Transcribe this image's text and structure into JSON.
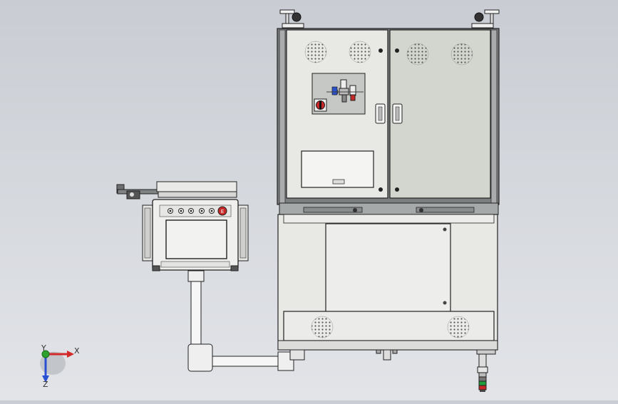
{
  "view": {
    "background_top": "#c9cdd3",
    "background_bottom": "#e2e4e8"
  },
  "triad": {
    "x_label": "X",
    "y_label": "Y",
    "z_label": "Z",
    "x_color": "#d22a2a",
    "y_color": "#2fa12f",
    "z_color": "#2a4fd2"
  },
  "model": {
    "cabinet_body_color": "#e9e9e6",
    "door_color": "#d3d6cf",
    "outline_color": "#222222",
    "panel_screen_color": "#f1f1ef",
    "estop_color": "#c62828",
    "estop_label": "E"
  }
}
